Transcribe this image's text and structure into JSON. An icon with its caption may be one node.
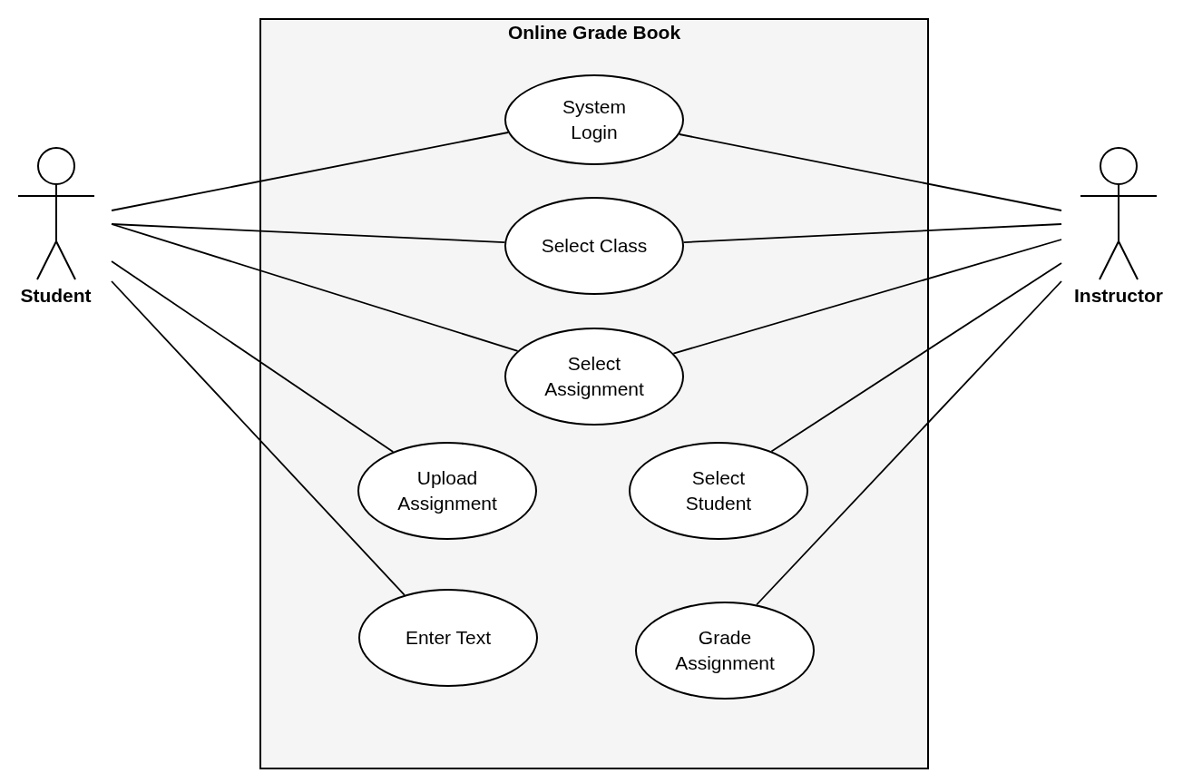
{
  "diagram": {
    "nodes": [
      {
        "text": [
          "Online Grade Book"
        ]
      },
      {
        "text": [
          "Student"
        ]
      },
      {
        "text": [
          "Instructor"
        ]
      },
      {
        "text": [
          "System Login"
        ],
        "in": 0
      },
      {
        "text": [
          "Select Class"
        ],
        "in": 0
      },
      {
        "text": [
          "Select Assignment"
        ],
        "in": 0
      },
      {
        "text": [
          "Upload Assignment"
        ],
        "in": 0
      },
      {
        "text": [
          "Enter Text"
        ],
        "in": 0
      },
      {
        "text": [
          "Select Student"
        ],
        "in": 0
      },
      {
        "text": [
          "Grade Assignment"
        ],
        "in": 0
      }
    ],
    "edges": [
      {
        "from": 1,
        "to": 3,
        "arrow": "none"
      },
      {
        "from": 1,
        "to": 4,
        "arrow": "none"
      },
      {
        "from": 1,
        "to": 5,
        "arrow": "none"
      },
      {
        "from": 1,
        "to": 6,
        "arrow": "none"
      },
      {
        "from": 1,
        "to": 7,
        "arrow": "none"
      },
      {
        "from": 2,
        "to": 3,
        "arrow": "none"
      },
      {
        "from": 2,
        "to": 4,
        "arrow": "none"
      },
      {
        "from": 2,
        "to": 5,
        "arrow": "none"
      },
      {
        "from": 2,
        "to": 8,
        "arrow": "none"
      },
      {
        "from": 2,
        "to": 9,
        "arrow": "none"
      }
    ]
  }
}
